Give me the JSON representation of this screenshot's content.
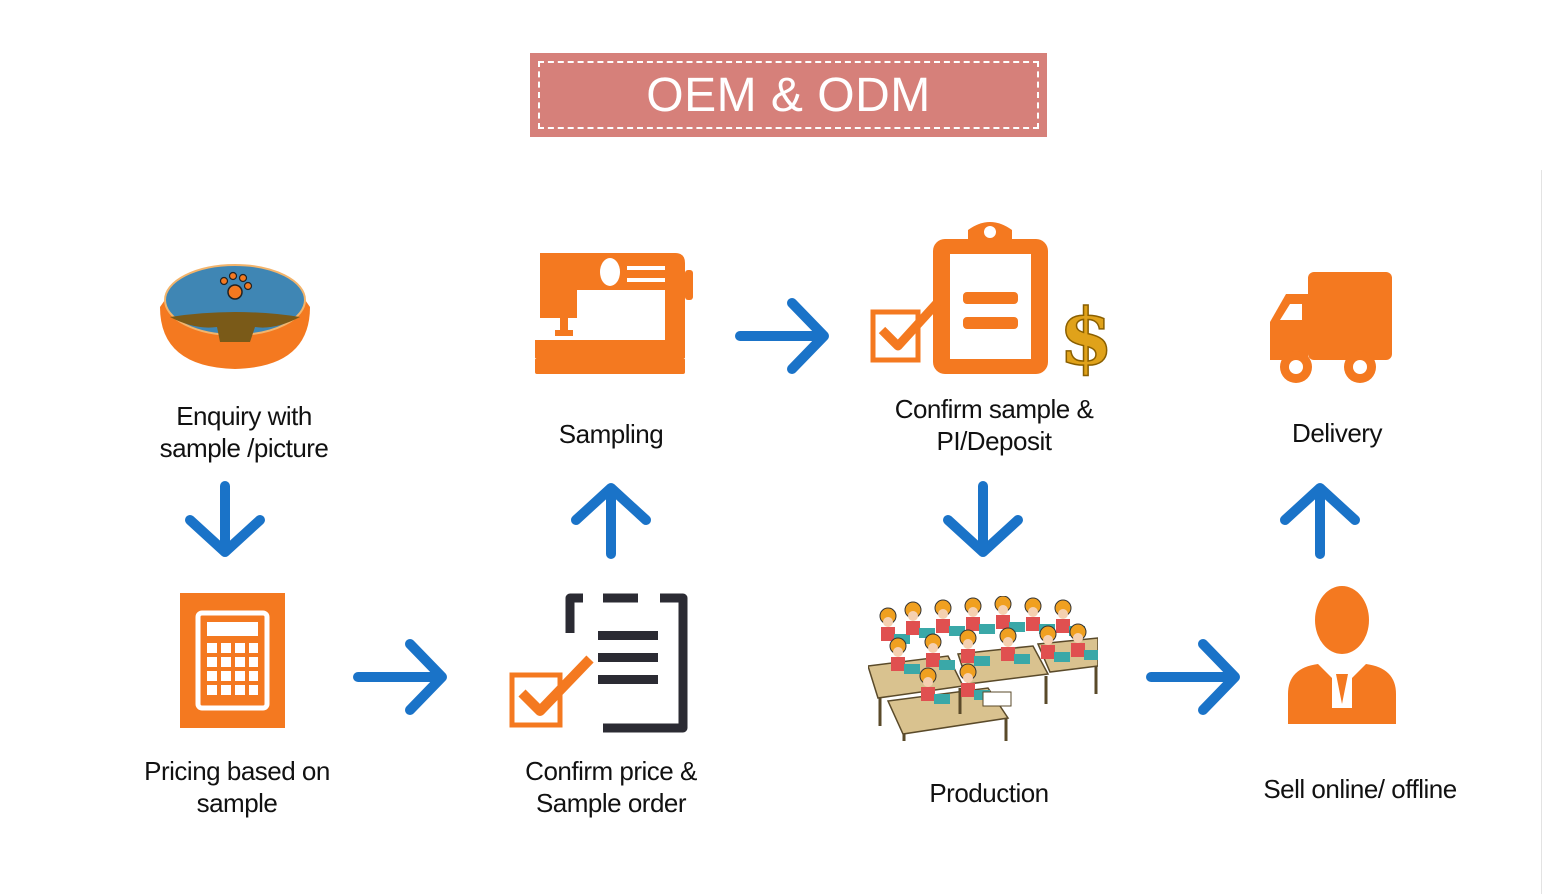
{
  "title": "OEM & ODM",
  "steps": {
    "enquiry": [
      "Enquiry with",
      "sample /picture"
    ],
    "pricing": [
      "Pricing based on",
      "sample"
    ],
    "confirm_price": [
      "Confirm price &",
      "Sample order"
    ],
    "sampling": [
      "Sampling"
    ],
    "confirm_sample": [
      "Confirm sample &",
      "PI/Deposit"
    ],
    "production": [
      "Production"
    ],
    "sell": [
      "Sell online/ offline"
    ],
    "delivery": [
      "Delivery"
    ]
  },
  "icons": {
    "enquiry": "pet-bed-icon",
    "pricing": "calculator-icon",
    "confirm_price": "checklist-order-icon",
    "sampling": "sewing-machine-icon",
    "confirm_sample": "clipboard-dollar-icon",
    "production": "factory-workers-icon",
    "sell": "salesperson-icon",
    "delivery": "delivery-truck-icon"
  },
  "colors": {
    "title_bg": "#d6807a",
    "icon_orange": "#f47920",
    "arrow_blue": "#1a73c8",
    "dark": "#2b2b33"
  }
}
